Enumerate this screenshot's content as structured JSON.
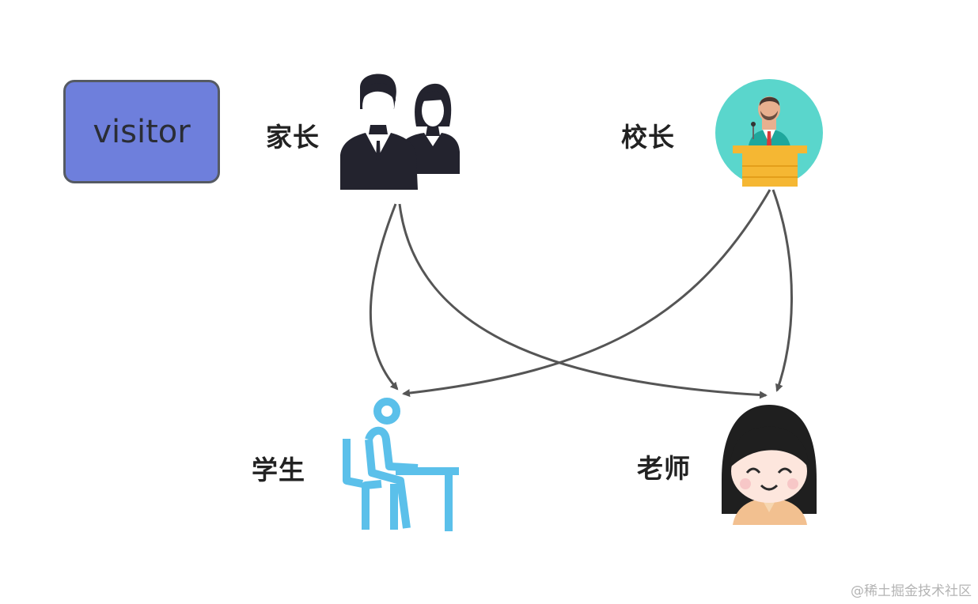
{
  "box": {
    "label": "visitor",
    "color": "#6e7fdc"
  },
  "nodes": {
    "parent": {
      "label": "家长",
      "icon": "parents-icon"
    },
    "principal": {
      "label": "校长",
      "icon": "principal-podium-icon"
    },
    "student": {
      "label": "学生",
      "icon": "student-at-desk-icon"
    },
    "teacher": {
      "label": "老师",
      "icon": "teacher-girl-icon"
    }
  },
  "edges": [
    {
      "from": "家长",
      "to": "学生"
    },
    {
      "from": "家长",
      "to": "老师"
    },
    {
      "from": "校长",
      "to": "学生"
    },
    {
      "from": "校长",
      "to": "老师"
    }
  ],
  "watermark": "@稀土掘金技术社区",
  "colors": {
    "arrow": "#555555",
    "student": "#5bc0ea",
    "principal_circle": "#5ad6cc",
    "podium": "#f5b733"
  }
}
